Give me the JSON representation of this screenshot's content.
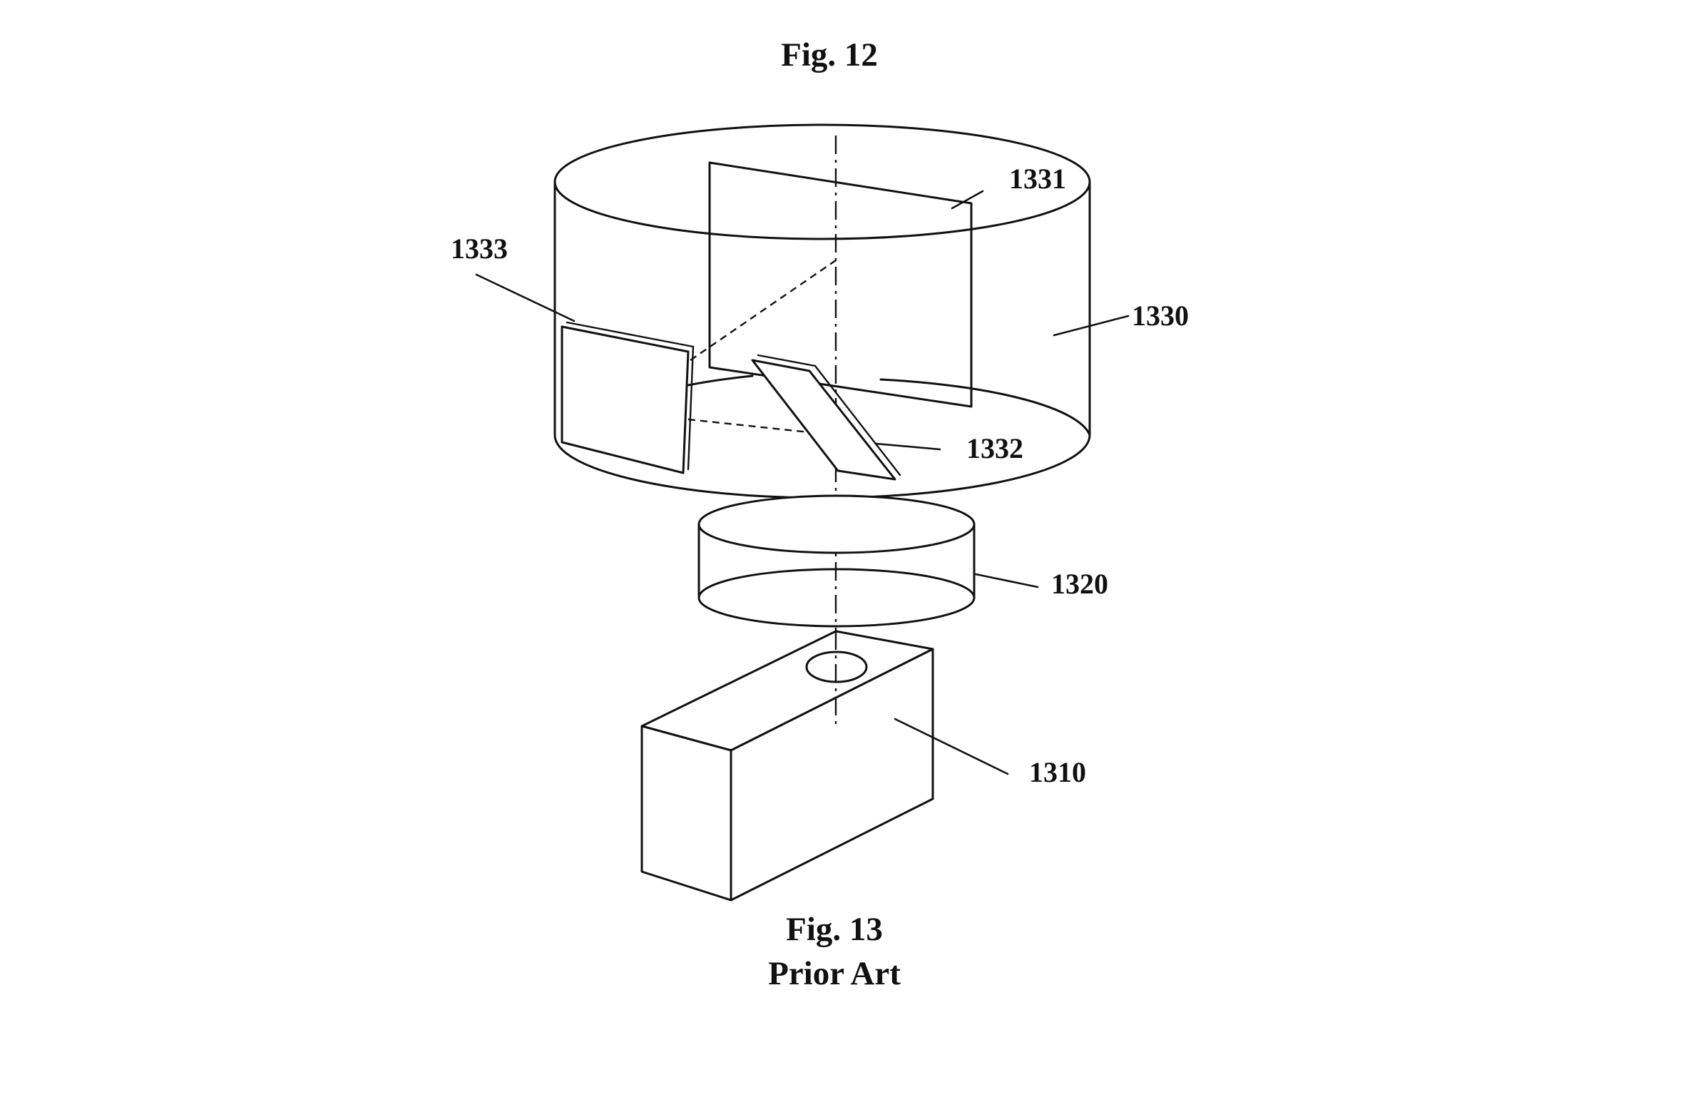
{
  "captions": {
    "top": "Fig. 12",
    "bottom_line1": "Fig. 13",
    "bottom_line2": "Prior Art"
  },
  "reference_numerals": {
    "r1331": "1331",
    "r1333": "1333",
    "r1330": "1330",
    "r1332": "1332",
    "r1320": "1320",
    "r1310": "1310"
  }
}
